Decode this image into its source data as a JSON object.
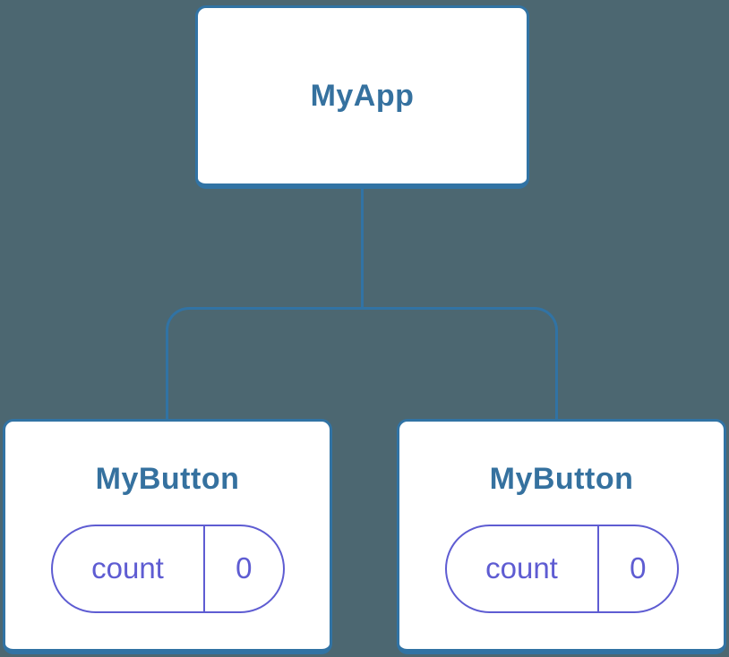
{
  "diagram": {
    "root": {
      "label": "MyApp"
    },
    "children": [
      {
        "label": "MyButton",
        "state": {
          "key": "count",
          "value": "0"
        }
      },
      {
        "label": "MyButton",
        "state": {
          "key": "count",
          "value": "0"
        }
      }
    ]
  },
  "colors": {
    "background": "#4C6771",
    "line": "#3173A4",
    "node_fill": "#FFFFFF",
    "node_title": "#35719F",
    "state_accent": "#5E5CD2"
  }
}
